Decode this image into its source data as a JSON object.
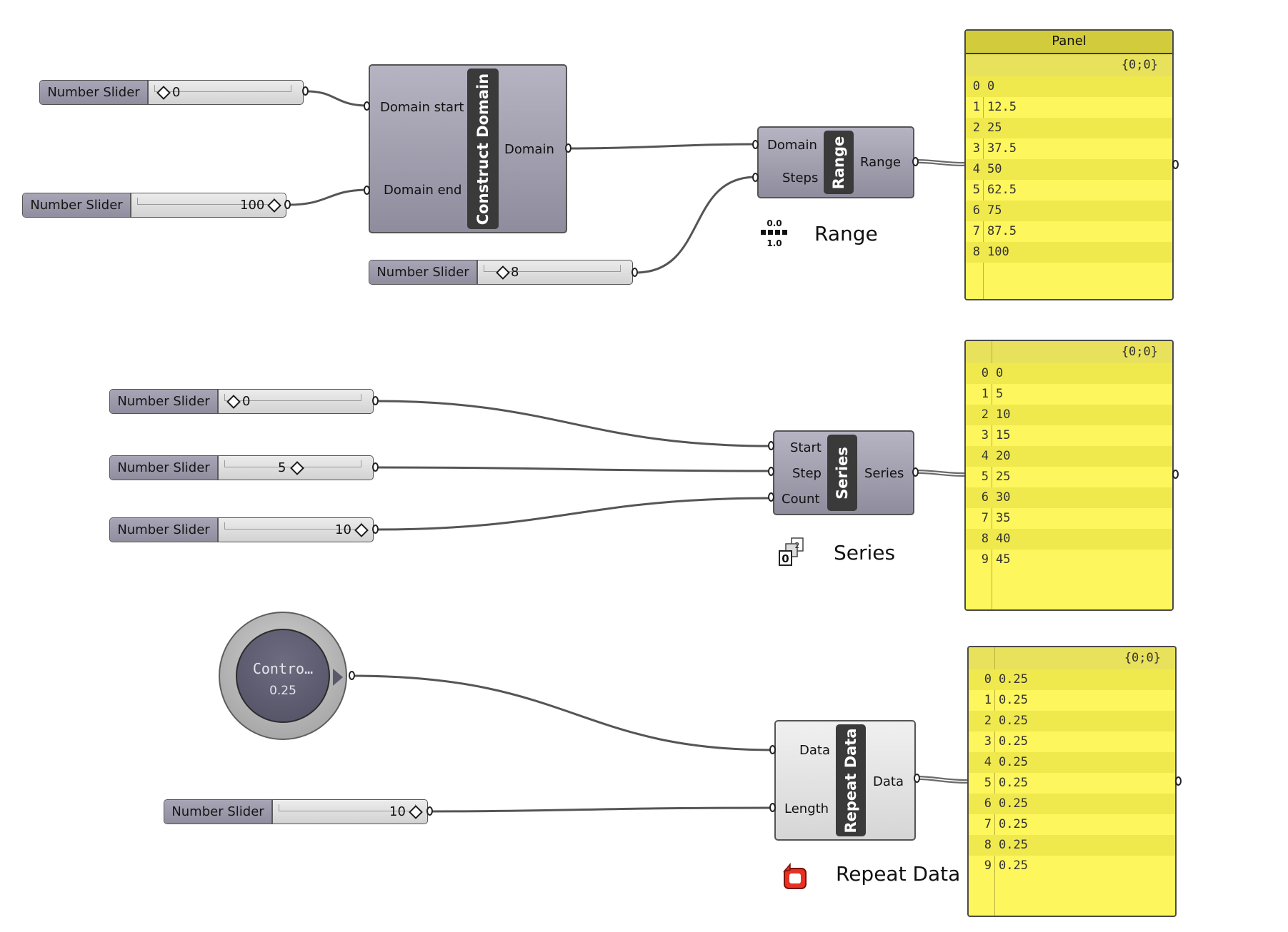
{
  "sliders": {
    "s1": {
      "label": "Number Slider",
      "value": "0"
    },
    "s2": {
      "label": "Number Slider",
      "value": "100"
    },
    "s3": {
      "label": "Number Slider",
      "value": "8"
    },
    "s4": {
      "label": "Number Slider",
      "value": "0"
    },
    "s5": {
      "label": "Number Slider",
      "value": "5"
    },
    "s6": {
      "label": "Number Slider",
      "value": "10"
    },
    "s7": {
      "label": "Number Slider",
      "value": "10"
    }
  },
  "construct_domain": {
    "name": "Construct Domain",
    "in1": "Domain start",
    "in2": "Domain end",
    "out": "Domain"
  },
  "range": {
    "name": "Range",
    "in1": "Domain",
    "in2": "Steps",
    "out": "Range",
    "caption": "Range",
    "icon_text_top": "0.0",
    "icon_text_bottom": "1.0"
  },
  "series": {
    "name": "Series",
    "in1": "Start",
    "in2": "Step",
    "in3": "Count",
    "out": "Series",
    "caption": "Series"
  },
  "repeat": {
    "name": "Repeat Data",
    "in1": "Data",
    "in2": "Length",
    "out": "Data",
    "caption": "Repeat Data"
  },
  "control": {
    "title": "Contro…",
    "value": "0.25"
  },
  "panel1": {
    "title": "Panel",
    "path": "{0;0}",
    "rows": [
      [
        "0",
        "0"
      ],
      [
        "1",
        "12.5"
      ],
      [
        "2",
        "25"
      ],
      [
        "3",
        "37.5"
      ],
      [
        "4",
        "50"
      ],
      [
        "5",
        "62.5"
      ],
      [
        "6",
        "75"
      ],
      [
        "7",
        "87.5"
      ],
      [
        "8",
        "100"
      ]
    ]
  },
  "panel2": {
    "path": "{0;0}",
    "rows": [
      [
        "0",
        "0"
      ],
      [
        "1",
        "5"
      ],
      [
        "2",
        "10"
      ],
      [
        "3",
        "15"
      ],
      [
        "4",
        "20"
      ],
      [
        "5",
        "25"
      ],
      [
        "6",
        "30"
      ],
      [
        "7",
        "35"
      ],
      [
        "8",
        "40"
      ],
      [
        "9",
        "45"
      ]
    ]
  },
  "panel3": {
    "path": "{0;0}",
    "rows": [
      [
        "0",
        "0.25"
      ],
      [
        "1",
        "0.25"
      ],
      [
        "2",
        "0.25"
      ],
      [
        "3",
        "0.25"
      ],
      [
        "4",
        "0.25"
      ],
      [
        "5",
        "0.25"
      ],
      [
        "6",
        "0.25"
      ],
      [
        "7",
        "0.25"
      ],
      [
        "8",
        "0.25"
      ],
      [
        "9",
        "0.25"
      ]
    ]
  }
}
